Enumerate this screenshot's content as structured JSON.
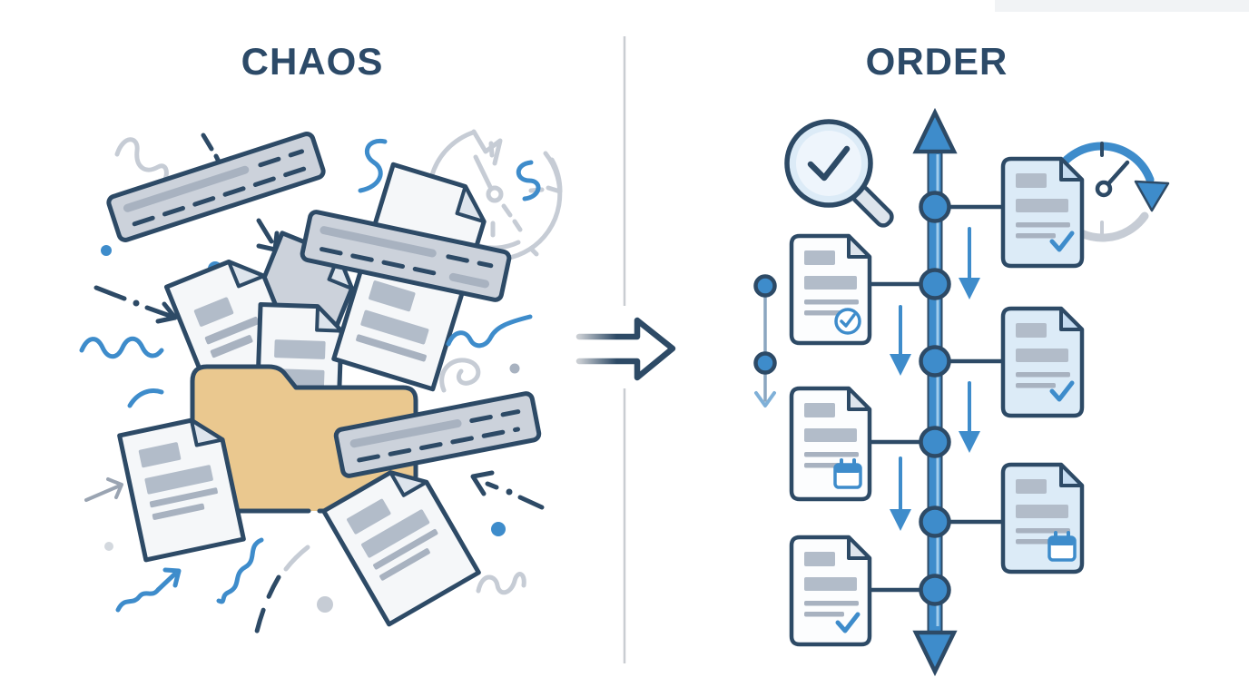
{
  "page": {
    "background": "#ffffff"
  },
  "left_panel": {
    "title": "CHAOS",
    "elements": [
      "messy-folder-icon",
      "scattered-document-icons",
      "receipt-bar-icons",
      "broken-clock-icon",
      "squiggle-doodles",
      "dashed-arrow-doodles",
      "dot-doodles"
    ]
  },
  "right_panel": {
    "title": "ORDER",
    "elements": [
      "magnifier-check-icon",
      "vertical-timeline",
      "timeline-node-icons",
      "document-card-icons",
      "flow-arrow-icons",
      "refresh-clock-icon",
      "mini-timeline-icon"
    ],
    "timeline": {
      "node_count": 6,
      "documents": [
        {
          "position": "right",
          "badge": "check"
        },
        {
          "position": "left",
          "badge": "circled-check"
        },
        {
          "position": "right",
          "badge": "check"
        },
        {
          "position": "left",
          "badge": "calendar"
        },
        {
          "position": "right",
          "badge": "calendar"
        },
        {
          "position": "left",
          "badge": "check"
        }
      ]
    }
  },
  "divider": {
    "style": "vertical-line-interrupted-by-arrow"
  },
  "transform_arrow": {
    "direction": "right"
  },
  "colors": {
    "navy": "#2d4a66",
    "blue": "#3e8ccb",
    "blue_soft": "#7fb0d8",
    "blue_highlight": "#9fcbec",
    "steel": "#8ba6c0",
    "paper": "#f5f7f9",
    "paper_bright": "#fcfdfe",
    "paper_blue": "#dcebf7",
    "fold_gray": "#dde4ec",
    "fold_blue": "#c5dcf1",
    "bar_gray": "#ccd2db",
    "text_bar": "#b2bcc9",
    "text_line": "#a8b2c0",
    "gray_light": "#c6ccd5",
    "gray_line": "#9aa4b2",
    "tan": "#eac88f",
    "divider": "#c9cdd2",
    "background": "#ffffff",
    "title": "#2c4a68"
  }
}
